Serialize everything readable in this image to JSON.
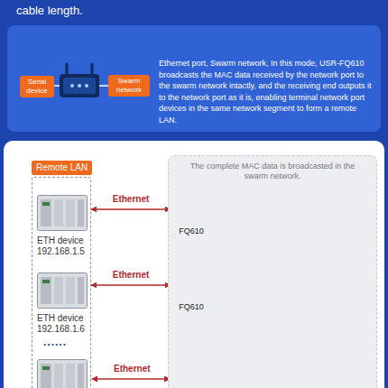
{
  "diagram": {
    "nodes": [
      {
        "text": [
          "Serial device"
        ]
      },
      {
        "text": [
          "Swarm network"
        ]
      },
      {
        "text": [
          "Remote LAN"
        ]
      },
      {
        "text": [
          "ETH device",
          "192.168.1.5"
        ],
        "in": 2
      },
      {
        "text": [
          "ETH device",
          "192.168.1.6"
        ],
        "in": 2
      },
      {
        "text": [
          "The complete MAC data is broadcasted in the swarm network."
        ]
      },
      {
        "text": [
          "FQ610"
        ],
        "in": 5
      },
      {
        "text": [
          "FQ610"
        ],
        "in": 5
      }
    ],
    "edges": [
      {
        "from": 3,
        "to": 6,
        "label": "Ethernet",
        "arrow": "both"
      },
      {
        "from": 4,
        "to": 7,
        "label": "Ethernet",
        "arrow": "both"
      }
    ],
    "labels": [
      "cable length.",
      "Ethernet port, Swarm network, In this mode, USR-FQ610 broadcasts the MAC data received by the network port to the swarm network intactly, and the receiving end outputs it to the network port as it is, enabling terminal network port devices in the same network segment to form a remote LAN.",
      "......",
      "Ethernet"
    ]
  }
}
